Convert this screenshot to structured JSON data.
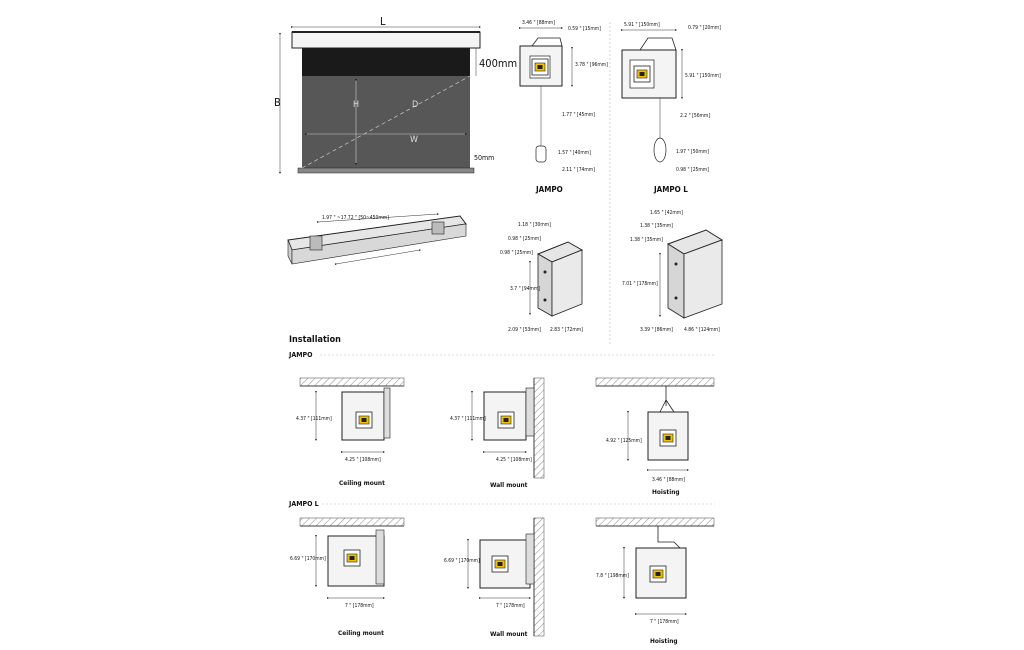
{
  "screen": {
    "L": "L",
    "B": "B",
    "H": "H",
    "D": "D",
    "W": "W",
    "drop_top": "400mm",
    "drop_bottom": "50mm",
    "bracket_range": "1.97 \" ~17.72 \" [50~450mm]"
  },
  "jampo": {
    "title": "JAMPO",
    "dims": {
      "width": "3.46 \" [88mm]",
      "top_gap": "0.59 \" [15mm]",
      "height": "3.78 \" [96mm]",
      "cord": "1.77 \" [45mm]",
      "pendant_h": "1.57 \" [40mm]",
      "pendant_w": "2.11 \" [74mm]"
    }
  },
  "jampo_l": {
    "title": "JAMPO L",
    "dims": {
      "width": "5.91 \" [150mm]",
      "top_gap": "0.79 \" [20mm]",
      "height": "5.91 \" [150mm]",
      "cord": "2.2 \" [56mm]",
      "pendant_h": "1.97 \" [50mm]",
      "pendant_w": "0.98 \" [25mm]"
    }
  },
  "bracket_small": {
    "d1": "1.18 \" [30mm]",
    "d2": "0.98 \" [25mm]",
    "d3": "0.98 \" [25mm]",
    "d4": "3.7 \" [94mm]",
    "d5": "2.09 \" [53mm]",
    "d6": "2.83 \" [72mm]"
  },
  "bracket_large": {
    "d1": "1.65 \" [42mm]",
    "d2": "1.38 \" [35mm]",
    "d3": "1.38 \" [35mm]",
    "d4": "7.01 \" [178mm]",
    "d5": "3.39 \" [86mm]",
    "d6": "4.86 \" [124mm]"
  },
  "installation": {
    "heading": "Installation",
    "jampo_label": "JAMPO",
    "jampo_l_label": "JAMPO L",
    "row1": [
      {
        "caption": "Ceiling mount",
        "h": "4.37 \" [111mm]",
        "w": "4.25 \" [108mm]"
      },
      {
        "caption": "Wall mount",
        "h": "4.37 \" [111mm]",
        "w": "4.25 \" [108mm]"
      },
      {
        "caption": "Hoisting",
        "h": "4.92 \" [125mm]",
        "w": "3.46 \" [88mm]"
      }
    ],
    "row2": [
      {
        "caption": "Ceiling mount",
        "h": "6.69 \" [170mm]",
        "w": "7 \" [178mm]"
      },
      {
        "caption": "Wall mount",
        "h": "6.69 \" [170mm]",
        "w": "7 \" [178mm]"
      },
      {
        "caption": "Hoisting",
        "h": "7.8 \" [198mm]",
        "w": "7 \" [178mm]"
      }
    ]
  }
}
